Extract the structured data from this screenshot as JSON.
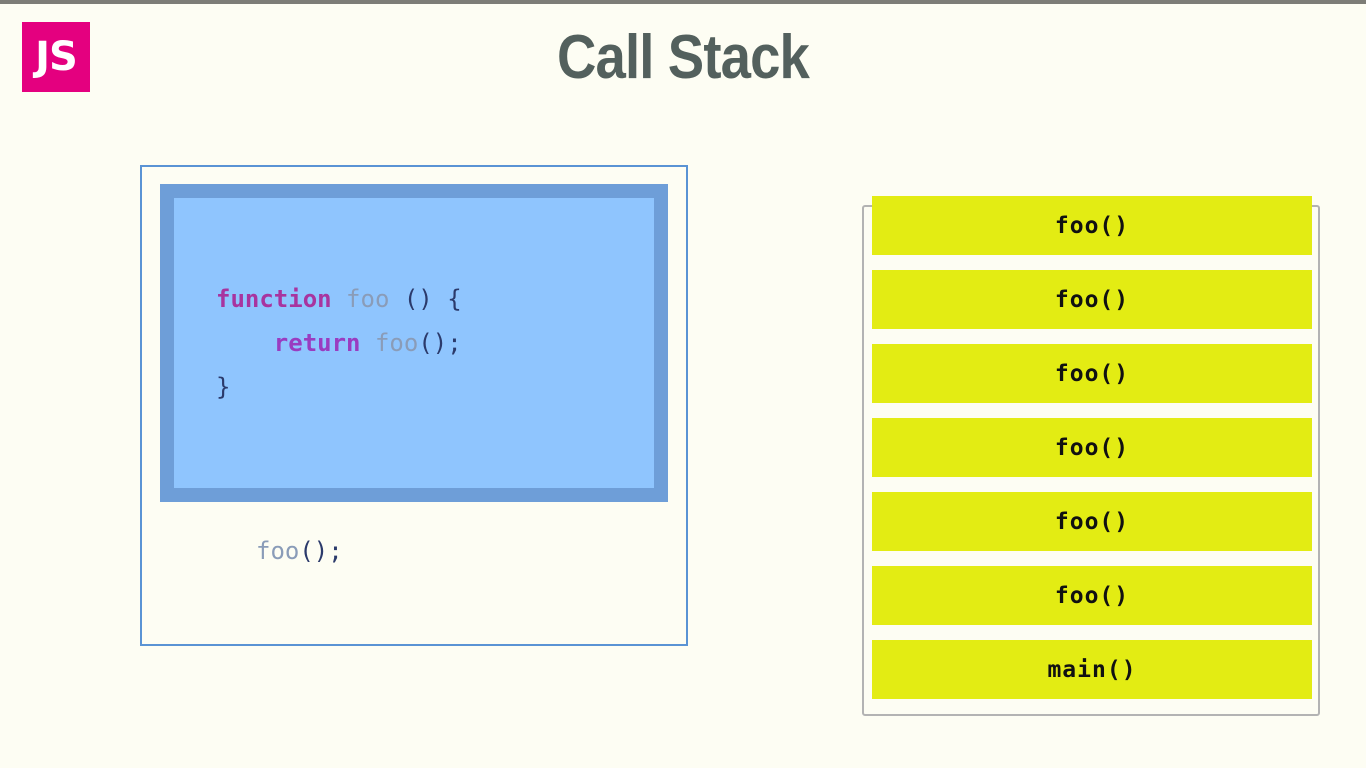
{
  "page": {
    "title": "Call Stack",
    "background_color": "#fdfdf3",
    "title_color": "#53605d"
  },
  "logo": {
    "text": "JS",
    "background_color": "#e4007f",
    "text_color": "#ffffff"
  },
  "code_panel": {
    "border_color": "#5a93d4",
    "nesting_levels": 7,
    "nest_colors": [
      "#dceaff",
      "#d3e4ff",
      "#c8ddff",
      "#bcd6ff",
      "#aed0ff",
      "#a0caff",
      "#8fc5fe"
    ],
    "code": {
      "line1": {
        "keyword": "function",
        "name": " foo ",
        "punct": "() {"
      },
      "line2": {
        "indent": "    ",
        "keyword": "return",
        "space": " ",
        "name": "foo",
        "punct": "();"
      },
      "line3": {
        "punct": "}"
      }
    },
    "call": {
      "name": "foo",
      "punct": "();"
    },
    "keyword_color": "#a8349f",
    "keyword2_color": "#9a3cc0",
    "identifier_color": "#8a9cb8",
    "punct_color": "#2b3a6b"
  },
  "call_stack": {
    "container_border_color": "#b3b3b3",
    "frame_color": "#e3ec13",
    "frame_text_color": "#111111",
    "frames": [
      {
        "label": "foo()"
      },
      {
        "label": "foo()"
      },
      {
        "label": "foo()"
      },
      {
        "label": "foo()"
      },
      {
        "label": "foo()"
      },
      {
        "label": "foo()"
      },
      {
        "label": "main()"
      }
    ]
  }
}
